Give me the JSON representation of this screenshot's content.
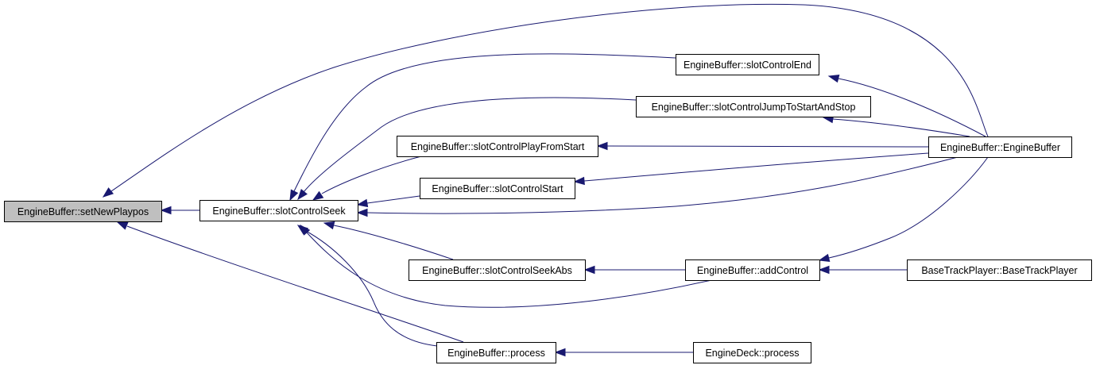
{
  "nodes": [
    {
      "id": "setNewPlaypos",
      "label": "EngineBuffer::setNewPlaypos",
      "root": true
    },
    {
      "id": "slotControlSeek",
      "label": "EngineBuffer::slotControlSeek"
    },
    {
      "id": "slotControlEnd",
      "label": "EngineBuffer::slotControlEnd"
    },
    {
      "id": "slotControlJumpToStartAndStop",
      "label": "EngineBuffer::slotControlJumpToStartAndStop"
    },
    {
      "id": "slotControlPlayFromStart",
      "label": "EngineBuffer::slotControlPlayFromStart"
    },
    {
      "id": "slotControlStart",
      "label": "EngineBuffer::slotControlStart"
    },
    {
      "id": "slotControlSeekAbs",
      "label": "EngineBuffer::slotControlSeekAbs"
    },
    {
      "id": "process",
      "label": "EngineBuffer::process"
    },
    {
      "id": "EngineBuffer",
      "label": "EngineBuffer::EngineBuffer"
    },
    {
      "id": "addControl",
      "label": "EngineBuffer::addControl"
    },
    {
      "id": "BaseTrackPlayer",
      "label": "BaseTrackPlayer::BaseTrackPlayer"
    },
    {
      "id": "EngineDeckProcess",
      "label": "EngineDeck::process"
    }
  ],
  "edges": [
    {
      "from": "slotControlSeek",
      "to": "setNewPlaypos"
    },
    {
      "from": "EngineBuffer",
      "to": "setNewPlaypos"
    },
    {
      "from": "process",
      "to": "setNewPlaypos"
    },
    {
      "from": "slotControlEnd",
      "to": "slotControlSeek"
    },
    {
      "from": "slotControlJumpToStartAndStop",
      "to": "slotControlSeek"
    },
    {
      "from": "slotControlPlayFromStart",
      "to": "slotControlSeek"
    },
    {
      "from": "slotControlStart",
      "to": "slotControlSeek"
    },
    {
      "from": "EngineBuffer",
      "to": "slotControlSeek"
    },
    {
      "from": "slotControlSeekAbs",
      "to": "slotControlSeek"
    },
    {
      "from": "addControl",
      "to": "slotControlSeek"
    },
    {
      "from": "process",
      "to": "slotControlSeek"
    },
    {
      "from": "EngineBuffer",
      "to": "slotControlEnd"
    },
    {
      "from": "EngineBuffer",
      "to": "slotControlJumpToStartAndStop"
    },
    {
      "from": "EngineBuffer",
      "to": "slotControlPlayFromStart"
    },
    {
      "from": "EngineBuffer",
      "to": "slotControlStart"
    },
    {
      "from": "addControl",
      "to": "slotControlSeekAbs"
    },
    {
      "from": "addControl",
      "to": "EngineBuffer"
    },
    {
      "from": "BaseTrackPlayer",
      "to": "addControl"
    },
    {
      "from": "EngineDeckProcess",
      "to": "process"
    }
  ],
  "colors": {
    "edge": "#191970",
    "root_fill": "#bfbfbf",
    "node_fill": "#ffffff",
    "node_border": "#000000"
  }
}
